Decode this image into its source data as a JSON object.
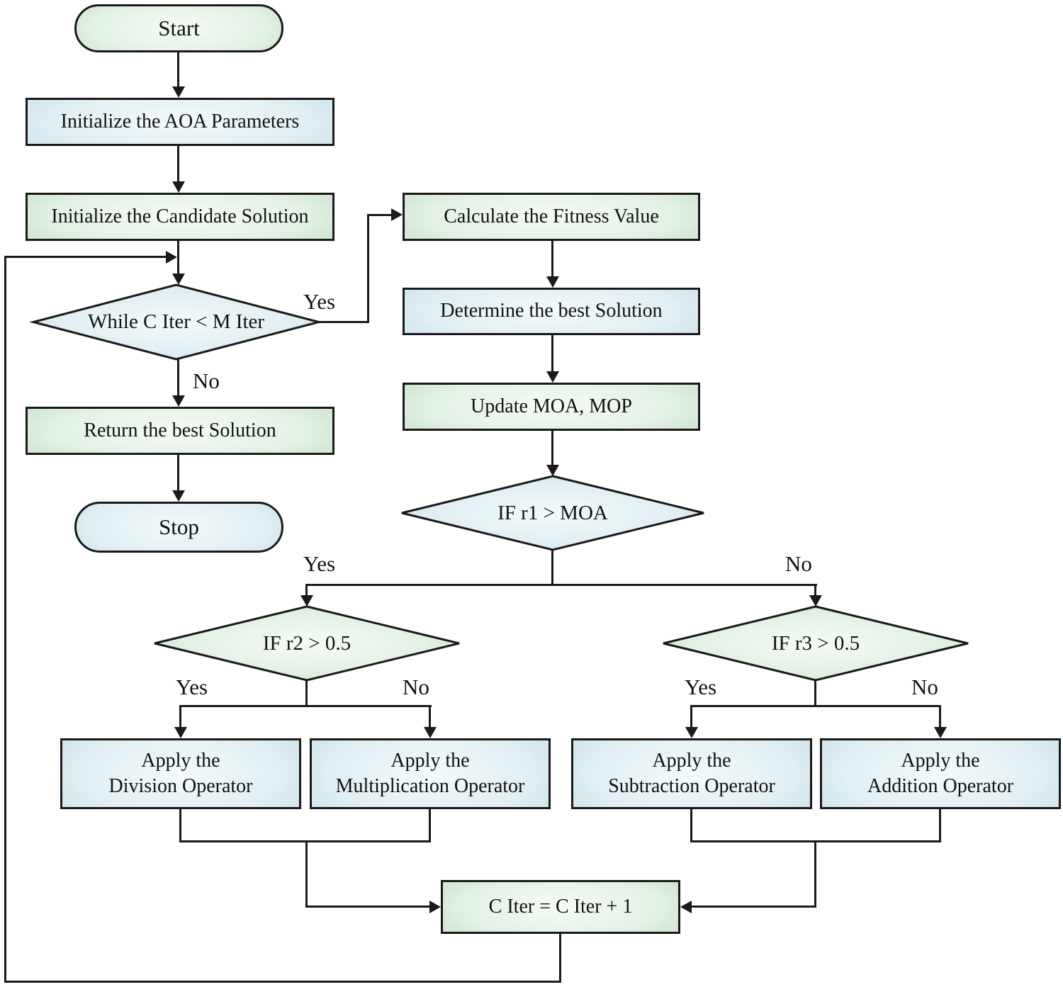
{
  "flowchart": {
    "nodes": {
      "start": "Start",
      "init_aoa": "Initialize the AOA Parameters",
      "init_candidate": "Initialize the Candidate Solution",
      "while_loop": "While C Iter < M Iter",
      "return_best": "Return the best Solution",
      "stop": "Stop",
      "calc_fitness": "Calculate the Fitness Value",
      "determine_best": "Determine the best Solution",
      "update_moa": "Update MOA, MOP",
      "if_r1": "IF r1 > MOA",
      "if_r2": "IF r2 > 0.5",
      "if_r3": "IF r3 > 0.5",
      "division_line1": "Apply the",
      "division_line2": "Division Operator",
      "multiplication_line1": "Apply the",
      "multiplication_line2": "Multiplication Operator",
      "subtraction_line1": "Apply the",
      "subtraction_line2": "Subtraction Operator",
      "addition_line1": "Apply the",
      "addition_line2": "Addition Operator",
      "citer": "C Iter = C Iter + 1"
    },
    "edge_labels": {
      "while_yes": "Yes",
      "while_no": "No",
      "r1_yes": "Yes",
      "r1_no": "No",
      "r2_yes": "Yes",
      "r2_no": "No",
      "r3_yes": "Yes",
      "r3_no": "No"
    },
    "colors": {
      "line": "#1a1a1a",
      "text": "#121212",
      "green_edge": "#bedcc2",
      "green_center": "#f6fbf6",
      "blue_edge": "#c2e0e8",
      "blue_center": "#f4fafb"
    }
  }
}
